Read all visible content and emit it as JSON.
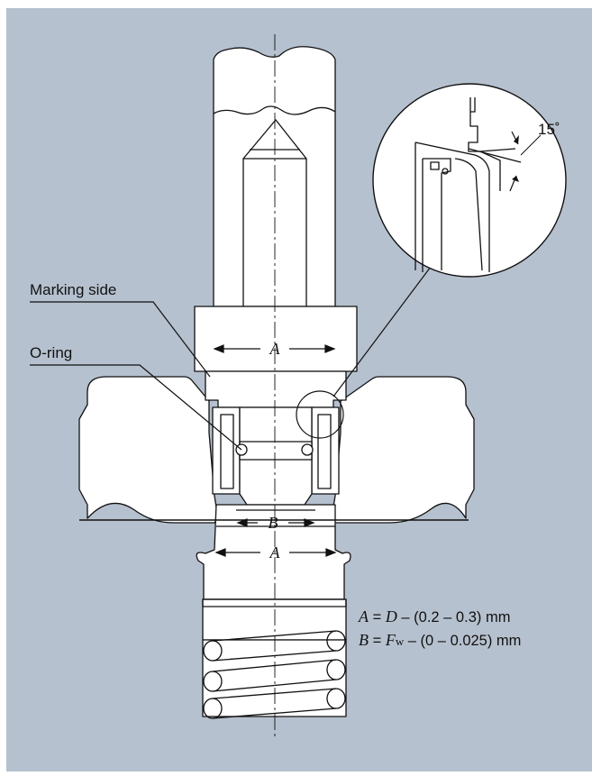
{
  "colors": {
    "background": "#b6c1cf",
    "part_fill": "#ffffff",
    "line": "#111111"
  },
  "labels": {
    "marking_side": "Marking side",
    "o_ring": "O-ring",
    "angle": "15˚"
  },
  "dimensions": {
    "a_top": "A",
    "b": "B",
    "a_bottom": "A"
  },
  "formulas": {
    "a": {
      "var": "A",
      "eq": " = ",
      "base": "D",
      "rest": " – (0.2 – 0.3) mm"
    },
    "b": {
      "var": "B",
      "eq": " = ",
      "base": "F",
      "sub": "w",
      "rest": " – (0 – 0.025) mm"
    }
  }
}
